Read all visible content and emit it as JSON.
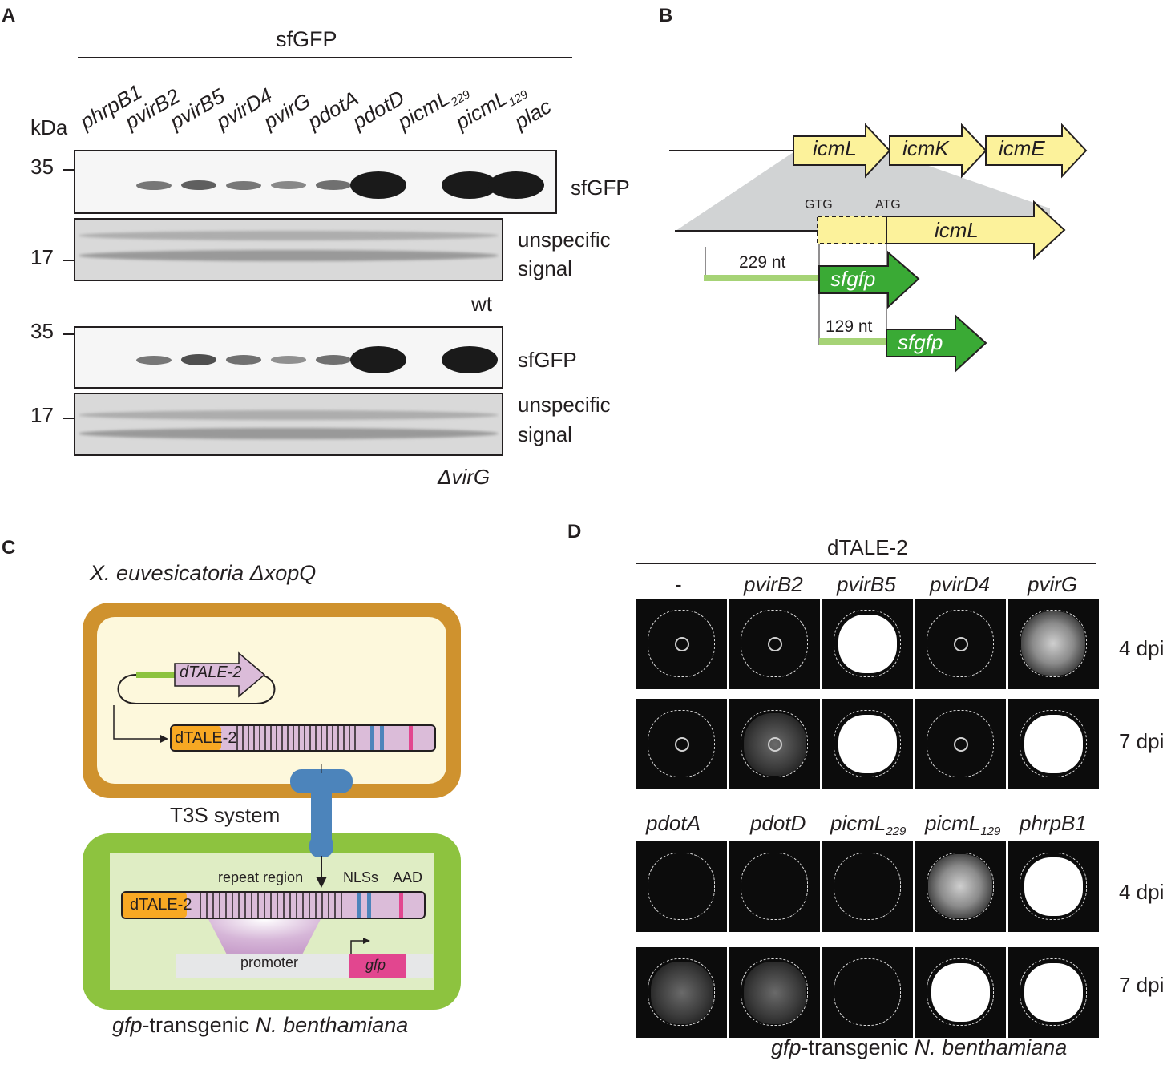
{
  "panel_letters": [
    "A",
    "B",
    "C",
    "D"
  ],
  "panelA": {
    "header": "sfGFP",
    "kda_label": "kDa",
    "lanes": [
      "phrpB1",
      "pvirB2",
      "pvirB5",
      "pvirD4",
      "pvirG",
      "pdotA",
      "pdotD",
      "picmL",
      "picmL",
      "plac"
    ],
    "lane_subscripts": [
      "",
      "",
      "",
      "",
      "",
      "",
      "",
      "229",
      "129",
      ""
    ],
    "markers": [
      "35",
      "17",
      "35",
      "17"
    ],
    "blot_labels": [
      "sfGFP",
      "unspecific",
      "signal",
      "sfGFP",
      "unspecific",
      "signal"
    ],
    "strain_wt": "wt",
    "strain_mut": "ΔvirG",
    "band_intensity_wt": [
      0,
      0.3,
      0.45,
      0.3,
      0.2,
      0.35,
      1.0,
      0,
      1.0,
      1.0
    ],
    "band_intensity_mut": [
      0,
      0.3,
      0.55,
      0.35,
      0.15,
      0.35,
      1.0,
      0,
      1.0,
      0
    ]
  },
  "panelB": {
    "genes_top": [
      "icmL",
      "icmK",
      "icmE"
    ],
    "gene_zoom": "icmL",
    "start_codons": [
      "GTG",
      "ATG"
    ],
    "lengths": [
      "229 nt",
      "129 nt"
    ],
    "reporter": "sfgfp"
  },
  "panelC": {
    "species_prefix": "X. euvesicatoria ",
    "species_mutant": "ΔxopQ",
    "plasmid_gene": "dTALE-2",
    "protein_name": "dTALE",
    "protein_suffix": "-2",
    "secretion": "T3S system",
    "repeat_region": "repeat region",
    "nls": "NLSs",
    "aad": "AAD",
    "promoter": "promoter",
    "reporter_gene": "gfp",
    "host_gene": "gfp",
    "host_rest": "-transgenic ",
    "host_species": "N. benthamiana",
    "colors": {
      "bacteria_border": "#cf922e",
      "bacteria_fill": "#fdf8dc",
      "plant_border": "#8dc33f",
      "plant_fill": "#dfedc4",
      "tale_orange": "#f7a823",
      "tale_purple": "#dbbcd9",
      "t3s_blue": "#4c84bb",
      "gfp_pink": "#e2468f"
    }
  },
  "panelD": {
    "header": "dTALE-2",
    "row1_labels": [
      "-",
      "pvirB2",
      "pvirB5",
      "pvirD4",
      "pvirG"
    ],
    "row2_labels": [
      "pdotA",
      "pdotD",
      "picmL",
      "picmL",
      "phrpB1"
    ],
    "row2_subscripts": [
      "",
      "",
      "229",
      "129",
      ""
    ],
    "timepoints": [
      "4 dpi",
      "7 dpi",
      "4 dpi",
      "7 dpi"
    ],
    "footer_gene": "gfp",
    "footer_rest": "-transgenic ",
    "footer_species": "N. benthamiana",
    "signal_levels": [
      [
        0.05,
        0.1,
        1.0,
        0.05,
        0.6
      ],
      [
        0.05,
        0.5,
        1.0,
        0.05,
        0.95
      ],
      [
        0.1,
        0.05,
        0.05,
        0.7,
        1.0
      ],
      [
        0.5,
        0.3,
        0.05,
        0.95,
        1.0
      ]
    ]
  }
}
